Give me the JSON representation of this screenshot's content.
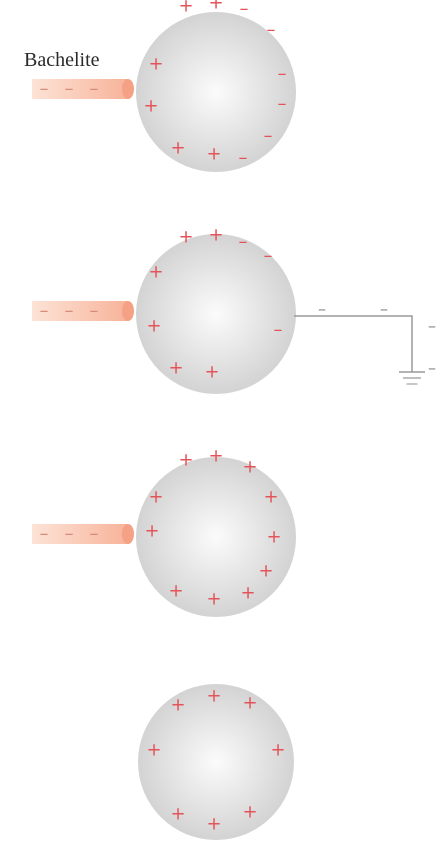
{
  "rod_label": "Bachelite",
  "charge_symbols": {
    "positive": "+",
    "negative": "–"
  },
  "colors": {
    "sphere_light": "#fbfbfb",
    "sphere_dark": "#cfcfcf",
    "charge": "#e3545a",
    "rod_light": "#fde3d6",
    "rod_dark": "#f7b39a",
    "rod_tip": "#f4a185",
    "wire": "#9a9a9a"
  },
  "stages": [
    {
      "rod": true,
      "ground": false,
      "charges": [
        [
          "+",
          -30,
          -86
        ],
        [
          "+",
          0,
          -89
        ],
        [
          "-",
          28,
          -83
        ],
        [
          "-",
          55,
          -62
        ],
        [
          "-",
          66,
          -18
        ],
        [
          "-",
          66,
          12
        ],
        [
          "-",
          52,
          44
        ],
        [
          "-",
          27,
          66
        ],
        [
          "+",
          -2,
          62
        ],
        [
          "+",
          -38,
          56
        ],
        [
          "+",
          -60,
          -28
        ],
        [
          "+",
          -65,
          14
        ]
      ]
    },
    {
      "rod": true,
      "ground": true,
      "charges": [
        [
          "+",
          -30,
          -77
        ],
        [
          "+",
          0,
          -79
        ],
        [
          "-",
          27,
          -72
        ],
        [
          "-",
          52,
          -58
        ],
        [
          "-",
          62,
          16
        ],
        [
          "+",
          -60,
          -42
        ],
        [
          "+",
          -62,
          12
        ],
        [
          "+",
          -40,
          54
        ],
        [
          "+",
          -4,
          58
        ]
      ]
    },
    {
      "rod": true,
      "ground": false,
      "charges": [
        [
          "+",
          -30,
          -77
        ],
        [
          "+",
          0,
          -81
        ],
        [
          "+",
          34,
          -70
        ],
        [
          "+",
          55,
          -40
        ],
        [
          "+",
          58,
          0
        ],
        [
          "+",
          50,
          34
        ],
        [
          "+",
          32,
          56
        ],
        [
          "+",
          -2,
          62
        ],
        [
          "+",
          -40,
          54
        ],
        [
          "+",
          -60,
          -40
        ],
        [
          "+",
          -64,
          -6
        ]
      ]
    },
    {
      "rod": false,
      "ground": false,
      "charges": [
        [
          "+",
          -38,
          -57
        ],
        [
          "+",
          -2,
          -66
        ],
        [
          "+",
          34,
          -59
        ],
        [
          "+",
          -62,
          -12
        ],
        [
          "+",
          62,
          -12
        ],
        [
          "+",
          -38,
          52
        ],
        [
          "+",
          -2,
          62
        ],
        [
          "+",
          34,
          50
        ]
      ]
    }
  ]
}
